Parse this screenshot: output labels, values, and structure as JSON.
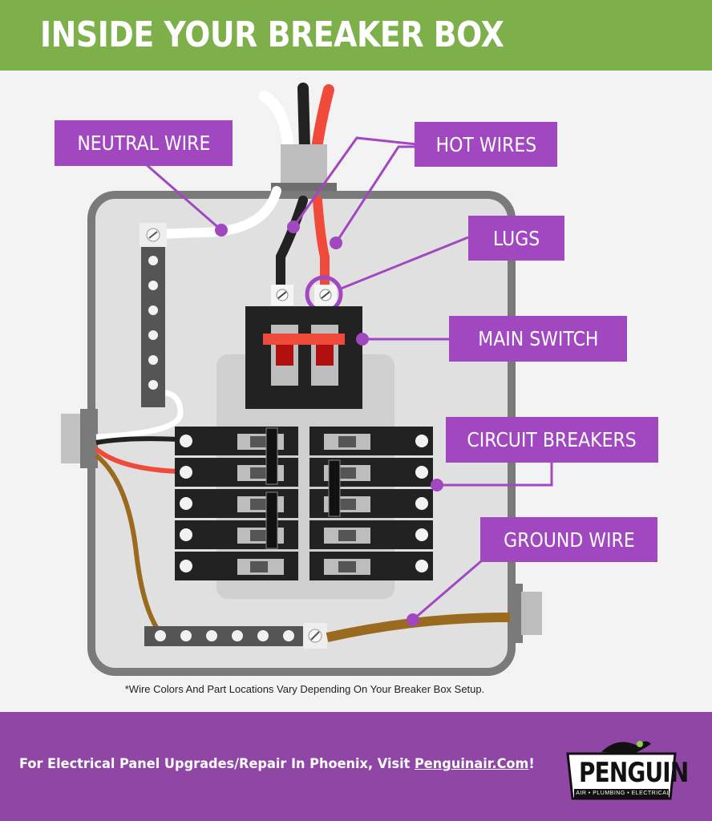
{
  "header": {
    "title": "INSIDE YOUR BREAKER BOX"
  },
  "labels": {
    "neutral_wire": "NEUTRAL WIRE",
    "hot_wires": "HOT WIRES",
    "lugs": "LUGS",
    "main_switch": "MAIN SWITCH",
    "circuit_breakers": "CIRCUIT BREAKERS",
    "ground_wire": "GROUND WIRE"
  },
  "note": "*Wire Colors And Part Locations Vary Depending On Your Breaker Box Setup.",
  "footer": {
    "text_before": "For Electrical Panel Upgrades/Repair In Phoenix, Visit ",
    "link": "Penguinair.Com",
    "text_after": "!"
  },
  "logo": {
    "word": "PENGUIN",
    "tagline": "AIR • PLUMBING • ELECTRICAL"
  },
  "colors": {
    "header_green": "#7db04a",
    "footer_purple": "#8f46a4",
    "label_purple": "#a148c0",
    "hot_wire_red": "#f04a3a",
    "neutral_white": "#ffffff",
    "ground_brown": "#9a6a1e",
    "breaker_black": "#222222"
  }
}
